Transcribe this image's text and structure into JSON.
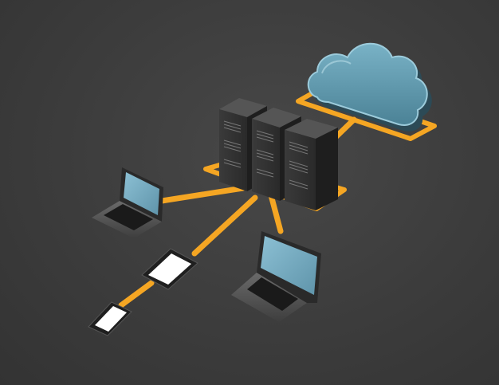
{
  "diagram": {
    "background_color": "#3b3b3b",
    "connector_color": "#f5a623",
    "nodes": [
      {
        "id": "cloud",
        "kind": "cloud",
        "icon": "cloud-icon",
        "color": "#5f99ad"
      },
      {
        "id": "servers",
        "kind": "server-rack",
        "icon": "server-icon",
        "count": 3,
        "color": "#2d2d2d"
      },
      {
        "id": "laptop-left",
        "kind": "laptop",
        "icon": "laptop-icon",
        "screen_color": "#7fb3c9"
      },
      {
        "id": "laptop-front",
        "kind": "laptop",
        "icon": "laptop-icon",
        "screen_color": "#7fb3c9"
      },
      {
        "id": "tablet",
        "kind": "tablet",
        "icon": "tablet-icon",
        "screen_color": "#ffffff"
      },
      {
        "id": "phone",
        "kind": "smartphone",
        "icon": "smartphone-icon",
        "screen_color": "#ffffff"
      }
    ],
    "connections": [
      {
        "from": "servers",
        "to": "cloud"
      },
      {
        "from": "servers",
        "to": "laptop-left"
      },
      {
        "from": "servers",
        "to": "laptop-front"
      },
      {
        "from": "servers",
        "to": "tablet"
      },
      {
        "from": "tablet",
        "to": "phone"
      }
    ]
  }
}
